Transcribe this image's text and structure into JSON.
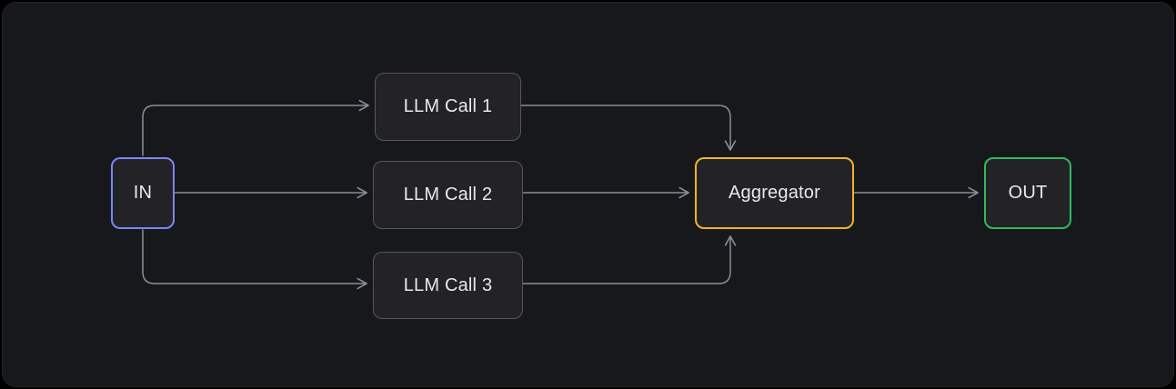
{
  "diagram": {
    "name": "parallelization-workflow",
    "colors": {
      "page_bg": "#000000",
      "canvas_bg": "#17181b",
      "node_fill": "#232327",
      "node_border_default": "#53575e",
      "in_border": "#7b87f8",
      "aggregator_border": "#f0b429",
      "out_border": "#2eba5e",
      "edge": "#8a8e96",
      "text": "#e8e9eb"
    },
    "nodes": [
      {
        "id": "in",
        "label": "IN"
      },
      {
        "id": "llm-call-1",
        "label": "LLM Call 1"
      },
      {
        "id": "llm-call-2",
        "label": "LLM Call 2"
      },
      {
        "id": "llm-call-3",
        "label": "LLM Call 3"
      },
      {
        "id": "aggregator",
        "label": "Aggregator"
      },
      {
        "id": "out",
        "label": "OUT"
      }
    ],
    "edges": [
      {
        "from": "in",
        "to": "llm-call-1"
      },
      {
        "from": "in",
        "to": "llm-call-2"
      },
      {
        "from": "in",
        "to": "llm-call-3"
      },
      {
        "from": "llm-call-1",
        "to": "aggregator"
      },
      {
        "from": "llm-call-2",
        "to": "aggregator"
      },
      {
        "from": "llm-call-3",
        "to": "aggregator"
      },
      {
        "from": "aggregator",
        "to": "out"
      }
    ]
  }
}
